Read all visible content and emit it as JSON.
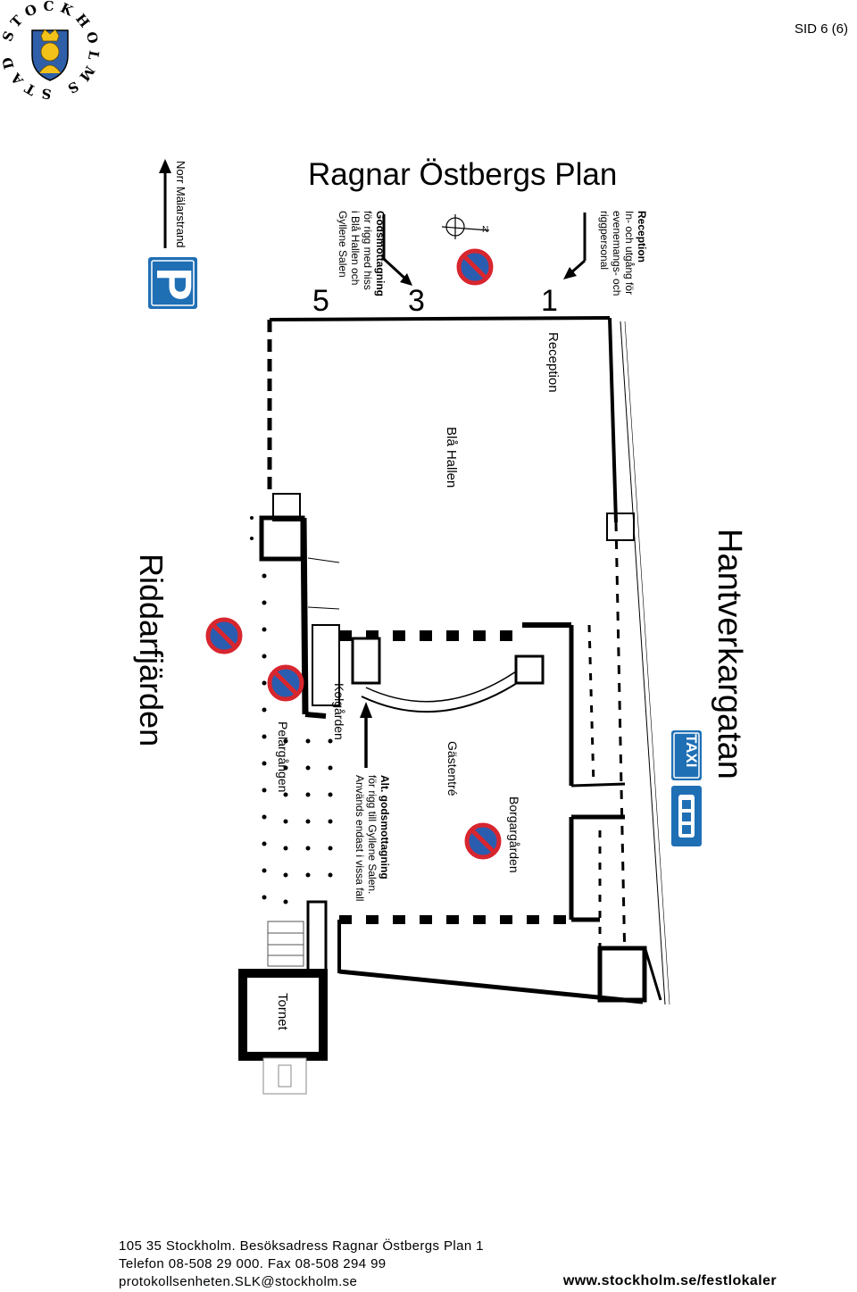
{
  "header": {
    "page_label": "SID 6 (6)",
    "logo": {
      "ring_text": "STOCKHOLMS STAD",
      "brand_blue": "#2e5fa8",
      "crown_gold": "#f2c21a"
    }
  },
  "map": {
    "title": "Ragnar Östbergs Plan",
    "streets": {
      "left_water": "Riddarfjärden",
      "right_street": "Hantverkargatan",
      "north_street": "Norr Mälarstrand"
    },
    "rooms": {
      "bla_hallen": "Blå Hallen",
      "reception": "Reception",
      "gastentre": "Gästentré",
      "borgargarden": "Borgargården",
      "kolgarden": "Kolgården",
      "pelargangen": "Pelargången",
      "tornet": "Tornet"
    },
    "entrances": {
      "e1": "1",
      "e3": "3",
      "e5": "5"
    },
    "notes": {
      "reception_title": "Reception",
      "reception_line1": "In- och utgång för",
      "reception_line2": "evenemangs- och",
      "reception_line3": "riggpersonal",
      "goods_title": "Godsmottagning",
      "goods_line1": "för rigg med hiss",
      "goods_line2": "i Blå Hallen och",
      "goods_line3": "Gyllene Salen",
      "alt_title": "Alt. godsmottagning",
      "alt_line1": "för rigg till Gyllene Salen.",
      "alt_line2": "Används endast i vissa fall"
    },
    "signs": {
      "parking": "P",
      "taxi": "TAXI",
      "compass_north": "N"
    },
    "colors": {
      "sign_blue": "#1f6fb5",
      "no_parking_red": "#d8262f",
      "no_parking_blue": "#2a5db0",
      "wall": "#000000"
    }
  },
  "footer": {
    "line1": "105 35 Stockholm. Besöksadress Ragnar Östbergs Plan 1",
    "line2": "Telefon 08-508 29 000. Fax 08-508 294 99",
    "line3": "protokollsenheten.SLK@stockholm.se",
    "website": "www.stockholm.se/festlokaler"
  }
}
